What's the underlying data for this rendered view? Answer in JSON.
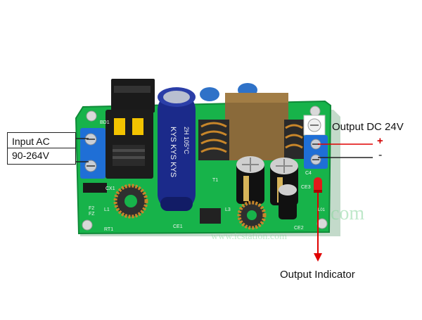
{
  "labels": {
    "output_dc": "Output DC 24V",
    "plus": "+",
    "minus": "-",
    "input_line1": "Input AC",
    "input_line2": "90-264V",
    "output_indicator": "Output Indicator"
  },
  "silkscreen": {
    "bd1": "BD1",
    "cx1": "CX1",
    "f2": "F2",
    "fz": "FZ",
    "l1": "L1",
    "rt1": "RT1",
    "ce1": "CE1",
    "t1": "T1",
    "l3": "L3",
    "ce2": "CE2",
    "c4": "C4",
    "l01": "L01",
    "ce3": "CE3"
  },
  "capacitor_text": "KYS KYS KYS",
  "capacitor_spec": "2H 105°C",
  "watermark": "com",
  "watermark_url": "www.icstation.com",
  "colors": {
    "pcb_green": "#15b34a",
    "cap_blue": "#1b2a8a",
    "terminal_blue": "#1f6fd6",
    "arrow_red": "#e00000",
    "transformer_brown": "#8a6a3a"
  }
}
